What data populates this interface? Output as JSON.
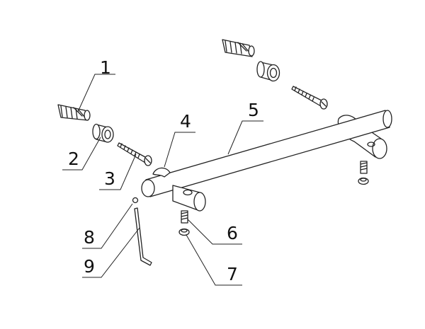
{
  "callouts": [
    {
      "id": "1",
      "label": "1"
    },
    {
      "id": "2",
      "label": "2"
    },
    {
      "id": "3",
      "label": "3"
    },
    {
      "id": "4",
      "label": "4"
    },
    {
      "id": "5",
      "label": "5"
    },
    {
      "id": "6",
      "label": "6"
    },
    {
      "id": "7",
      "label": "7"
    },
    {
      "id": "8",
      "label": "8"
    },
    {
      "id": "9",
      "label": "9"
    }
  ],
  "parts": [
    {
      "name": "wall-anchor-plug",
      "callout": "1"
    },
    {
      "name": "spacer-sleeve",
      "callout": "2"
    },
    {
      "name": "wood-screw",
      "callout": "3"
    },
    {
      "name": "end-bracket",
      "callout": "4"
    },
    {
      "name": "handle-bar",
      "callout": "5"
    },
    {
      "name": "set-screw",
      "callout": "6"
    },
    {
      "name": "screw-cap",
      "callout": "7"
    },
    {
      "name": "ball-plug",
      "callout": "8"
    },
    {
      "name": "allen-key",
      "callout": "9"
    }
  ],
  "colors": {
    "line": "#222222",
    "background": "#ffffff"
  }
}
